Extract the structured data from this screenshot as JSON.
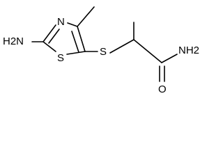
{
  "labels": {
    "amine_group": "H2N",
    "amide_group": "NH2",
    "ring_nitrogen": "N",
    "ring_sulfur": "S",
    "thioether_sulfur": "S",
    "carbonyl_oxygen": "O"
  },
  "colors": {
    "line": "#000000",
    "background": "#ffffff"
  }
}
